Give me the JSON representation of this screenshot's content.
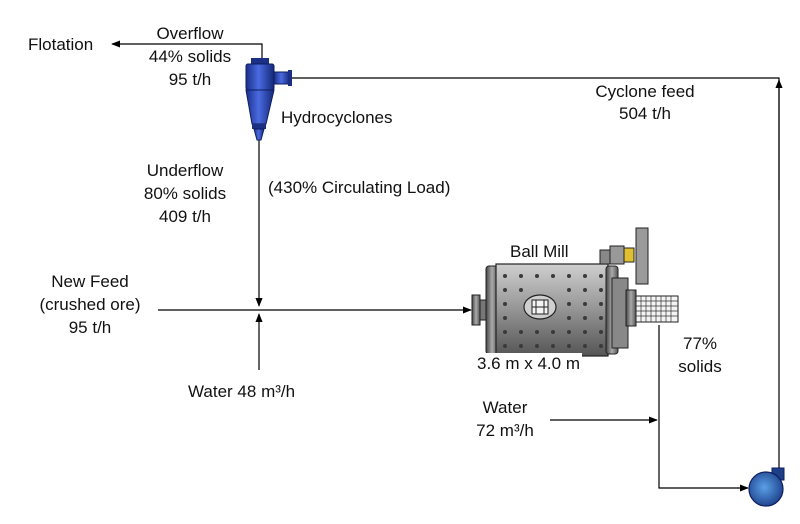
{
  "diagram": {
    "title": "",
    "labels": {
      "flotation": "Flotation",
      "overflow_title": "Overflow",
      "overflow_solids": "44% solids",
      "overflow_rate": "95 t/h",
      "hydrocyclones": "Hydrocyclones",
      "cyclone_feed_title": "Cyclone feed",
      "cyclone_feed_rate": "504 t/h",
      "underflow_title": "Underflow",
      "underflow_solids": "80% solids",
      "underflow_rate": "409 t/h",
      "circulating_load": "(430% Circulating Load)",
      "new_feed_title": "New Feed",
      "new_feed_desc": "(crushed ore)",
      "new_feed_rate": "95 t/h",
      "ball_mill": "Ball Mill",
      "ball_mill_size": "3.6 m x 4.0 m",
      "mill_solids_pct": "77%",
      "mill_solids_word": "solids",
      "water_cyclone": "Water 48 m³/h",
      "water_pump_title": "Water",
      "water_pump_rate": "72 m³/h"
    },
    "colors": {
      "cyclone": "#2a48b8",
      "mill_body": "#8a8a8a",
      "pump": "#2f6fb5",
      "drive_gear": "#e0c030",
      "line": "#000000"
    }
  }
}
